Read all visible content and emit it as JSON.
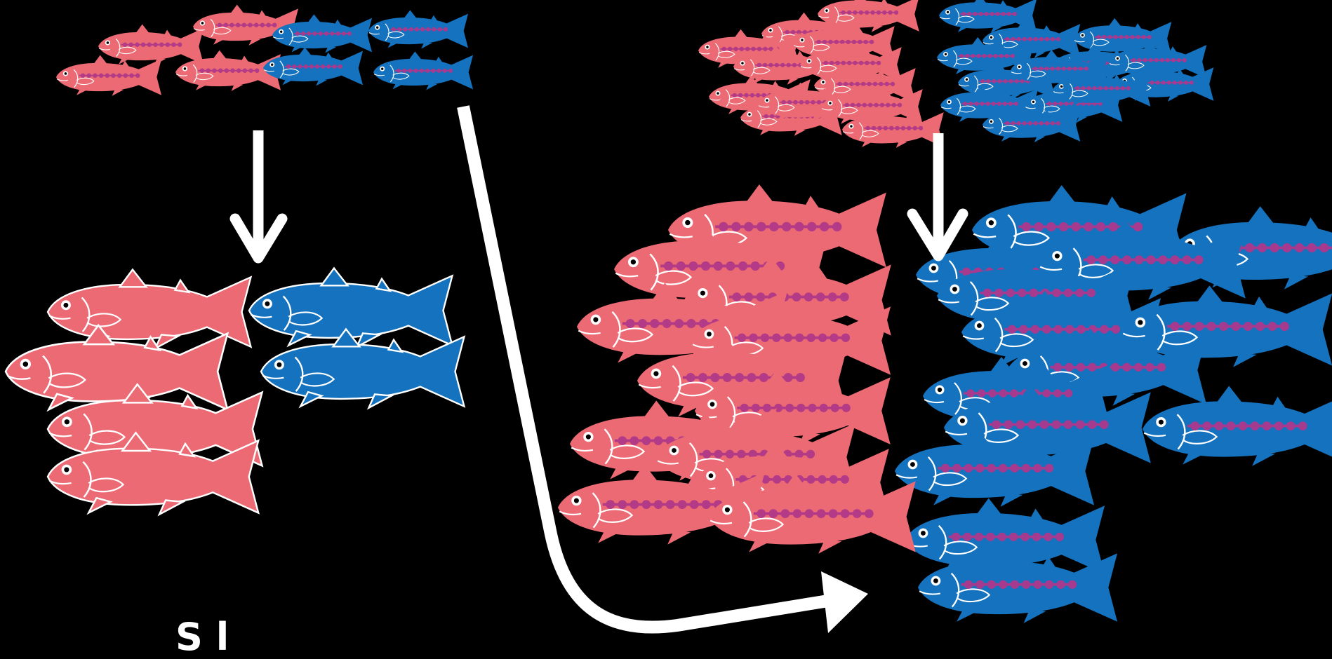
{
  "scene": {
    "background": "#000000",
    "colors": {
      "pink_fish": "#EC6A74",
      "blue_fish": "#1472BE",
      "spot_pink": "#B23A86",
      "spot_blue": "#A63A8E",
      "outline": "#ffffff",
      "arrow": "#ffffff"
    },
    "panels": [
      {
        "name": "left",
        "top_school": {
          "pink_fish_count": 4,
          "blue_fish_count": 4,
          "spotted": true
        },
        "bottom_school": {
          "pink_fish_count": 4,
          "blue_fish_count": 2,
          "spotted": false
        }
      },
      {
        "name": "right",
        "top_school": {
          "pink_fish_count": 12,
          "blue_fish_count": 13,
          "spotted": true
        },
        "bottom_school": {
          "pink_fish_count": 12,
          "blue_fish_count": 14,
          "spotted": true
        }
      }
    ],
    "icons": [
      "fish-icon",
      "down-arrow-icon",
      "curved-arrow-icon"
    ],
    "cropped_label": "S  l"
  }
}
